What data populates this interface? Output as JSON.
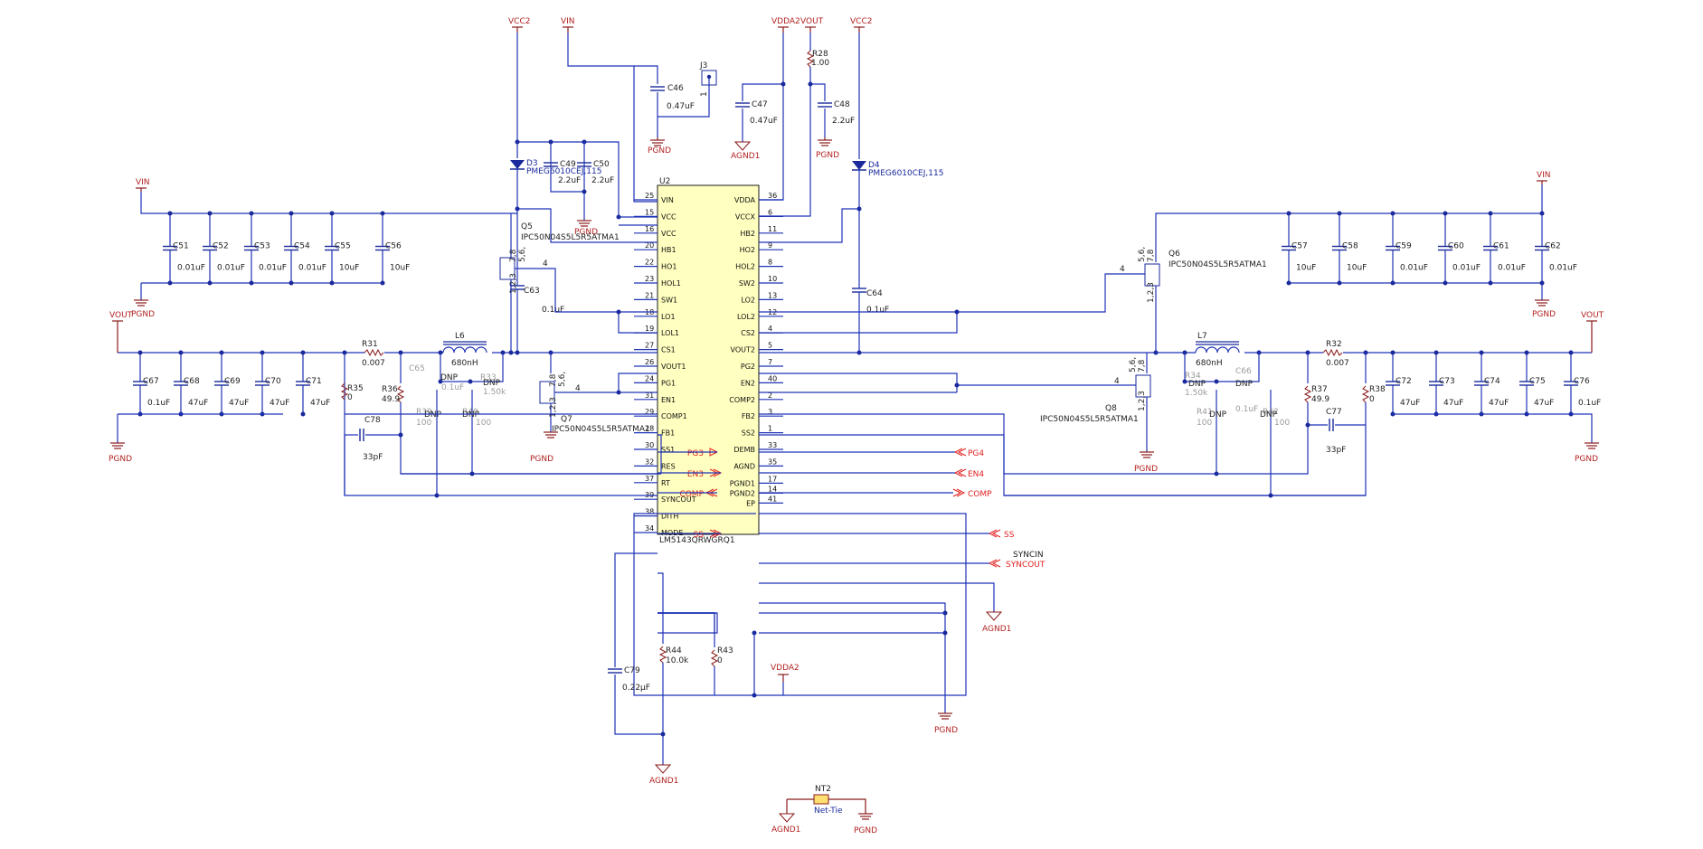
{
  "ic": {
    "ref": "U2",
    "part": "LM5143QRWGRQ1",
    "left_pins": [
      {
        "name": "VIN",
        "num": "25"
      },
      {
        "name": "VCC",
        "num": "15"
      },
      {
        "name": "VCC",
        "num": "16"
      },
      {
        "name": "HB1",
        "num": "20"
      },
      {
        "name": "HO1",
        "num": "22"
      },
      {
        "name": "HOL1",
        "num": "23"
      },
      {
        "name": "SW1",
        "num": "21"
      },
      {
        "name": "LO1",
        "num": "18"
      },
      {
        "name": "LOL1",
        "num": "19"
      },
      {
        "name": "CS1",
        "num": "27"
      },
      {
        "name": "VOUT1",
        "num": "26"
      },
      {
        "name": "PG1",
        "num": "24"
      },
      {
        "name": "EN1",
        "num": "31"
      },
      {
        "name": "COMP1",
        "num": "29"
      },
      {
        "name": "FB1",
        "num": "28"
      },
      {
        "name": "SS1",
        "num": "30"
      },
      {
        "name": "RES",
        "num": "32"
      },
      {
        "name": "RT",
        "num": "37"
      },
      {
        "name": "SYNCOUT",
        "num": "39"
      },
      {
        "name": "DITH",
        "num": "38"
      },
      {
        "name": "MODE",
        "num": "34"
      }
    ],
    "right_pins": [
      {
        "name": "VDDA",
        "num": "36"
      },
      {
        "name": "VCCX",
        "num": "6"
      },
      {
        "name": "HB2",
        "num": "11"
      },
      {
        "name": "HO2",
        "num": "9"
      },
      {
        "name": "HOL2",
        "num": "8"
      },
      {
        "name": "SW2",
        "num": "10"
      },
      {
        "name": "LO2",
        "num": "13"
      },
      {
        "name": "LOL2",
        "num": "12"
      },
      {
        "name": "CS2",
        "num": "4"
      },
      {
        "name": "VOUT2",
        "num": "5"
      },
      {
        "name": "PG2",
        "num": "7"
      },
      {
        "name": "EN2",
        "num": "40"
      },
      {
        "name": "COMP2",
        "num": "2"
      },
      {
        "name": "FB2",
        "num": "3"
      },
      {
        "name": "SS2",
        "num": "1"
      },
      {
        "name": "DEMB",
        "num": "33"
      },
      {
        "name": "AGND",
        "num": "35"
      },
      {
        "name": "PGND1",
        "num": "17"
      },
      {
        "name": "PGND2",
        "num": "14"
      },
      {
        "name": "EP",
        "num": "41"
      }
    ]
  },
  "nets": {
    "vin": "VIN",
    "vout": "VOUT",
    "vcc2": "VCC2",
    "vdda2": "VDDA2",
    "pgnd": "PGND",
    "agnd1": "AGND1",
    "pg3": "PG3",
    "pg4": "PG4",
    "en3": "EN3",
    "en4": "EN4",
    "comp": "COMP",
    "ss": "SS",
    "syncin": "SYNCIN",
    "syncout": "SYNCOUT"
  },
  "labels": {
    "j3": "J3",
    "j3_pin": "1",
    "c46": "C46",
    "c46v": "0.47uF",
    "c47": "C47",
    "c47v": "0.47uF",
    "r28": "R28",
    "r28v": "1.00",
    "c48": "C48",
    "c48v": "2.2uF",
    "d3": "D3",
    "d3p": "PMEG6010CEJ,115",
    "d4": "D4",
    "d4p": "PMEG6010CEJ,115",
    "c49": "C49",
    "c49v": "2.2uF",
    "c50": "C50",
    "c50v": "2.2uF",
    "c63": "C63",
    "c63v": "0.1uF",
    "c64": "C64",
    "c64v": "0.1uF",
    "c51": "C51",
    "c51v": "0.01uF",
    "c52": "C52",
    "c52v": "0.01uF",
    "c53": "C53",
    "c53v": "0.01uF",
    "c54": "C54",
    "c54v": "0.01uF",
    "c55": "C55",
    "c55v": "10uF",
    "c56": "C56",
    "c56v": "10uF",
    "c57": "C57",
    "c57v": "10uF",
    "c58": "C58",
    "c58v": "10uF",
    "c59": "C59",
    "c59v": "0.01uF",
    "c60": "C60",
    "c60v": "0.01uF",
    "c61": "C61",
    "c61v": "0.01uF",
    "c62": "C62",
    "c62v": "0.01uF",
    "q5": "Q5",
    "q5p": "IPC50N04S5L5R5ATMA1",
    "q6": "Q6",
    "q6p": "IPC50N04S5L5R5ATMA1",
    "q7": "Q7",
    "q7p": "IPC50N04S5L5R5ATMA1",
    "q8": "Q8",
    "q8p": "IPC50N04S5L5R5ATMA1",
    "pins_ds": "5,6,",
    "pins_78": "7,8",
    "pins_123": "1,2,3",
    "gate4": "4",
    "l6": "L6",
    "l6v": "680nH",
    "l7": "L7",
    "l7v": "680nH",
    "r31": "R31",
    "r31v": "0.007",
    "r32": "R32",
    "r32v": "0.007",
    "c67": "C67",
    "c67v": "0.1uF",
    "c68": "C68",
    "c68v": "47uF",
    "c69": "C69",
    "c69v": "47uF",
    "c70": "C70",
    "c70v": "47uF",
    "c71": "C71",
    "c71v": "47uF",
    "c72": "C72",
    "c72v": "47uF",
    "c73": "C73",
    "c73v": "47uF",
    "c74": "C74",
    "c74v": "47uF",
    "c75": "C75",
    "c75v": "47uF",
    "c76": "C76",
    "c76v": "0.1uF",
    "r35": "R35",
    "r35v": "0",
    "r36": "R36",
    "r36v": "49.9",
    "r37": "R37",
    "r37v": "49.9",
    "r38": "R38",
    "r38v": "0",
    "c78": "C78",
    "c78v": "33pF",
    "c77": "C77",
    "c77v": "33pF",
    "c65": "C65",
    "c65v": "0.1uF",
    "c66": "C66",
    "c66v": "0.1uF",
    "r33": "R33",
    "r33v": "1.50k",
    "r34": "R34",
    "r34v": "1.50k",
    "r39": "R39",
    "r39v": "100",
    "r40": "R40",
    "r40v": "100",
    "r41": "R41",
    "r41v": "100",
    "r42": "R42",
    "r42v": "100",
    "dnp": "DNP",
    "c79": "C79",
    "c79v": "0.22µF",
    "r44": "R44",
    "r44v": "10.0k",
    "r43": "R43",
    "r43v": "0",
    "nt2": "NT2",
    "nt2p": "Net-Tie"
  }
}
